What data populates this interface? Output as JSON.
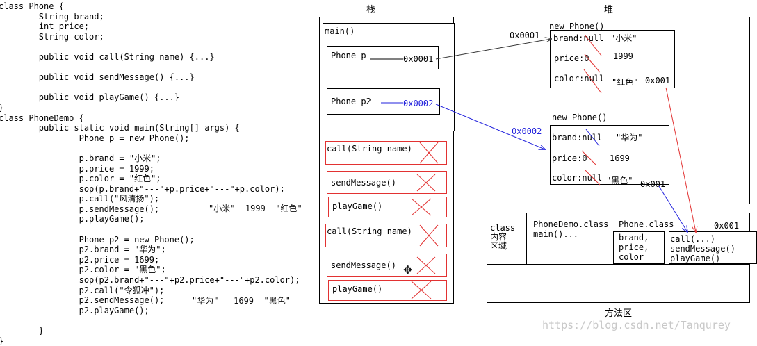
{
  "code_lines": [
    "class Phone {",
    "        String brand;",
    "        int price;",
    "        String color;",
    "",
    "        public void call(String name) {...}",
    "",
    "        public void sendMessage() {...}",
    "",
    "        public void playGame() {...}",
    "}",
    "class PhoneDemo {",
    "        public static void main(String[] args) {",
    "                Phone p = new Phone();",
    "",
    "                p.brand = \"小米\";",
    "                p.price = 1999;",
    "                p.color = \"红色\";",
    "                sop(p.brand+\"---\"+p.price+\"---\"+p.color);",
    "                p.call(\"风清扬\");",
    "                p.sendMessage();",
    "                p.playGame();",
    "",
    "                Phone p2 = new Phone();",
    "                p2.brand = \"华为\";",
    "                p2.price = 1699;",
    "                p2.color = \"黑色\";",
    "                sop(p2.brand+\"---\"+p2.price+\"---\"+p2.color);",
    "                p2.call(\"令狐冲\");",
    "                p2.sendMessage();",
    "                p2.playGame();",
    "",
    "        }",
    "}"
  ],
  "output1": "\"小米\"  1999  \"红色\"",
  "output2": "\"华为\"   1699  \"黑色\"",
  "stack": {
    "title": "栈",
    "frame_label": "main()",
    "var1": "Phone p",
    "var1_addr": "0x0001",
    "var2": "Phone p2",
    "var2_addr": "0x0002",
    "call": "call(String name)",
    "send": "sendMessage()",
    "play": "playGame()"
  },
  "heap": {
    "title": "堆",
    "obj1_header": "new Phone()",
    "obj1_addr": "0x0001",
    "obj1_brand": "brand:null",
    "obj1_brand_val": "\"小米\"",
    "obj1_price": "price:0",
    "obj1_price_val": "1999",
    "obj1_color": "color:null",
    "obj1_color_val": "\"红色\"",
    "obj1_method_addr": "0x001",
    "obj2_header": "new Phone()",
    "obj2_addr": "0x0002",
    "obj2_brand": "brand:null",
    "obj2_brand_val": "\"华为\"",
    "obj2_price": "price:0",
    "obj2_price_val": "1699",
    "obj2_color": "color:null",
    "obj2_color_val": "\"黑色\"",
    "obj2_method_addr": "0x001"
  },
  "method_area": {
    "title": "方法区",
    "class_region": "class\n内容\n区域",
    "demo_class": "PhoneDemo.class",
    "demo_main": "main()...",
    "phone_class": "Phone.class",
    "phone_addr": "0x001",
    "fields": "brand,\nprice,\ncolor",
    "methods": "call(...)\nsendMessage()\nplayGame()"
  },
  "watermark": "https://blog.csdn.net/Tanqurey",
  "colors": {
    "black_arrow": "#333333",
    "blue_arrow": "#2222dd",
    "red_accent": "#e23232",
    "watermark": "#c8c8c8"
  }
}
